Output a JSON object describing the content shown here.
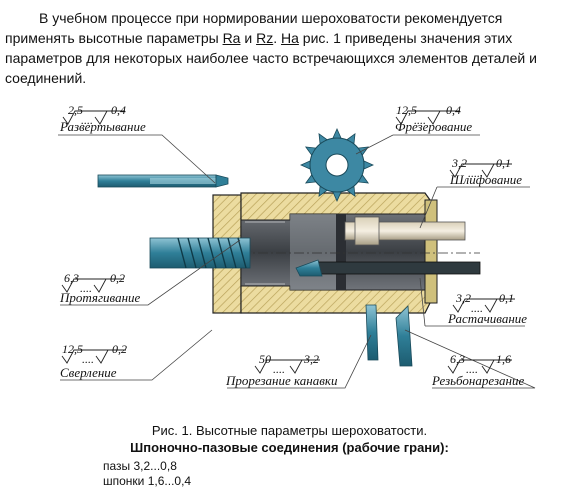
{
  "intro": {
    "t1": "В учебном процессе при нормировании шероховатости рекомендуется применять высотные параметры ",
    "ra": "Ra",
    "t2": " и ",
    "rz": "Rz",
    "t3": ". ",
    "link": "На",
    "t4": " рис. 1 приведены значения этих параметров для некоторых наиболее часто встречающихся элементов деталей и соединений."
  },
  "figure": {
    "labels": {
      "reaming": "Развертывание",
      "milling": "Фрезерование",
      "grinding": "Шлифование",
      "broaching": "Протягивание",
      "boring": "Растачивание",
      "drilling": "Сверление",
      "grooving": "Прорезание канавки",
      "threading": "Резьбонарезание"
    },
    "values": {
      "reaming": [
        "2,5",
        "....",
        "0,4"
      ],
      "milling": [
        "12,5",
        "....",
        "0,4"
      ],
      "grinding": [
        "3,2",
        "....",
        "0,1"
      ],
      "broaching": [
        "6,3",
        "....",
        "0,2"
      ],
      "boring": [
        "3,2",
        "....",
        "0,1"
      ],
      "drilling": [
        "12,5",
        "....",
        "0,2"
      ],
      "grooving": [
        "50",
        "....",
        "3,2"
      ],
      "threading": [
        "6,3",
        "....",
        "1,6"
      ]
    }
  },
  "caption": "Рис. 1. Высотные параметры шероховатости.",
  "subheading": "Шпоночно-пазовые соединения (рабочие грани):",
  "items": [
    "пазы 3,2...0,8",
    "шпонки 1,6...0,4"
  ],
  "colors": {
    "body_hatch": "#d7cd8a",
    "bore": "#555a60",
    "tool": "#4a8fa8",
    "edge": "#222222"
  }
}
